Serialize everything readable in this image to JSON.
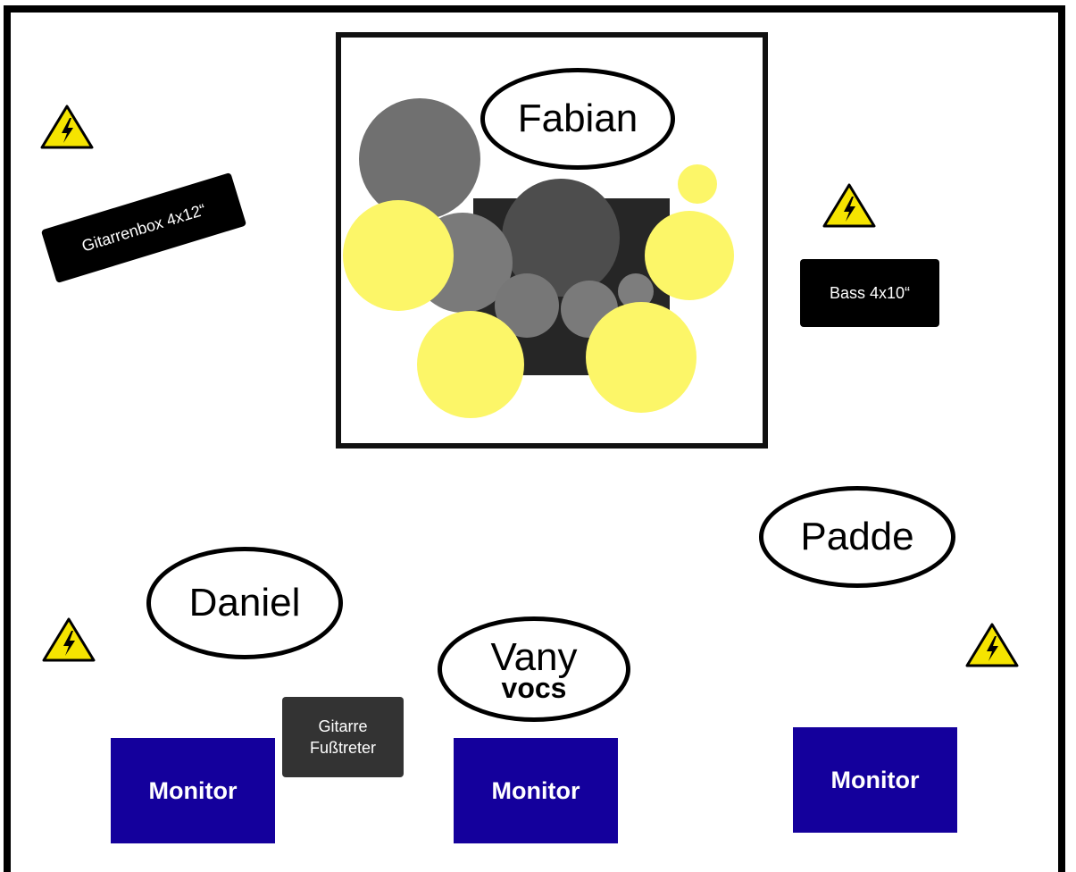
{
  "musicians": {
    "drums": {
      "name": "Fabian"
    },
    "bass": {
      "name": "Padde"
    },
    "guitar": {
      "name": "Daniel"
    },
    "vocals": {
      "name": "Vany",
      "role": "vocs"
    }
  },
  "equipment": {
    "guitar_cab": {
      "label": "Gitarrenbox 4x12“"
    },
    "bass_cab": {
      "label": "Bass 4x10“"
    },
    "pedalboard": {
      "line1": "Gitarre",
      "line2": "Fußtreter"
    }
  },
  "monitors": [
    {
      "label": "Monitor"
    },
    {
      "label": "Monitor"
    },
    {
      "label": "Monitor"
    }
  ],
  "power_outlets": [
    {
      "icon": "high-voltage-warning-icon"
    },
    {
      "icon": "high-voltage-warning-icon"
    },
    {
      "icon": "high-voltage-warning-icon"
    },
    {
      "icon": "high-voltage-warning-icon"
    }
  ],
  "colors": {
    "monitor": "#14009c",
    "cymbal": "#fcf668",
    "drum_shell": "#6b6b6b",
    "warning": "#f5e400"
  }
}
